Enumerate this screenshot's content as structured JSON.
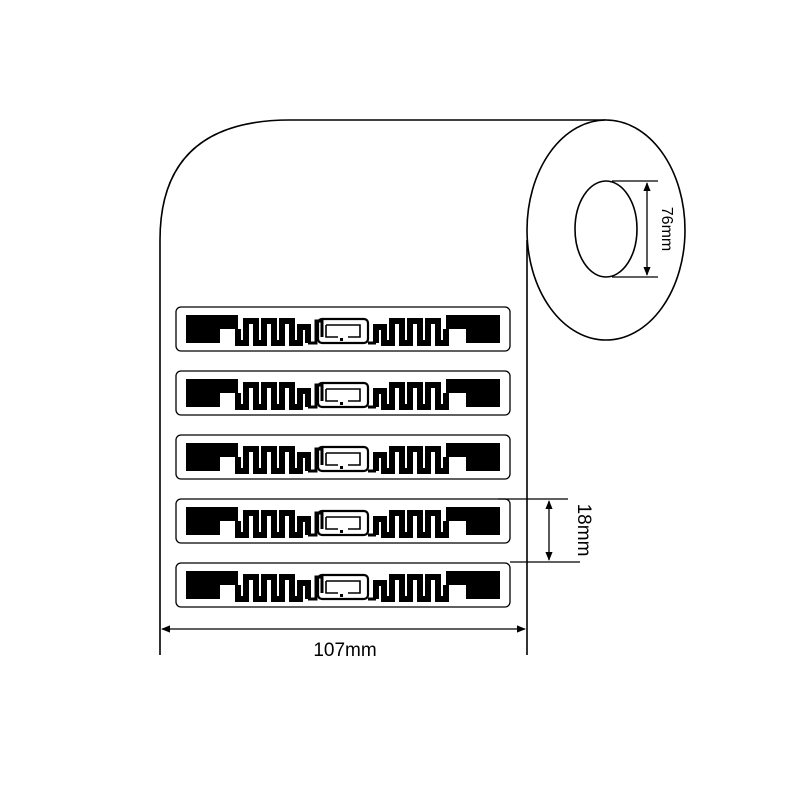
{
  "diagram": {
    "core_diameter_label": "76mm",
    "label_height_label": "18mm",
    "roll_width_label": "107mm",
    "inlay_count": 5,
    "colors": {
      "stroke": "#000000",
      "fill": "#000000",
      "background": "#ffffff"
    }
  }
}
